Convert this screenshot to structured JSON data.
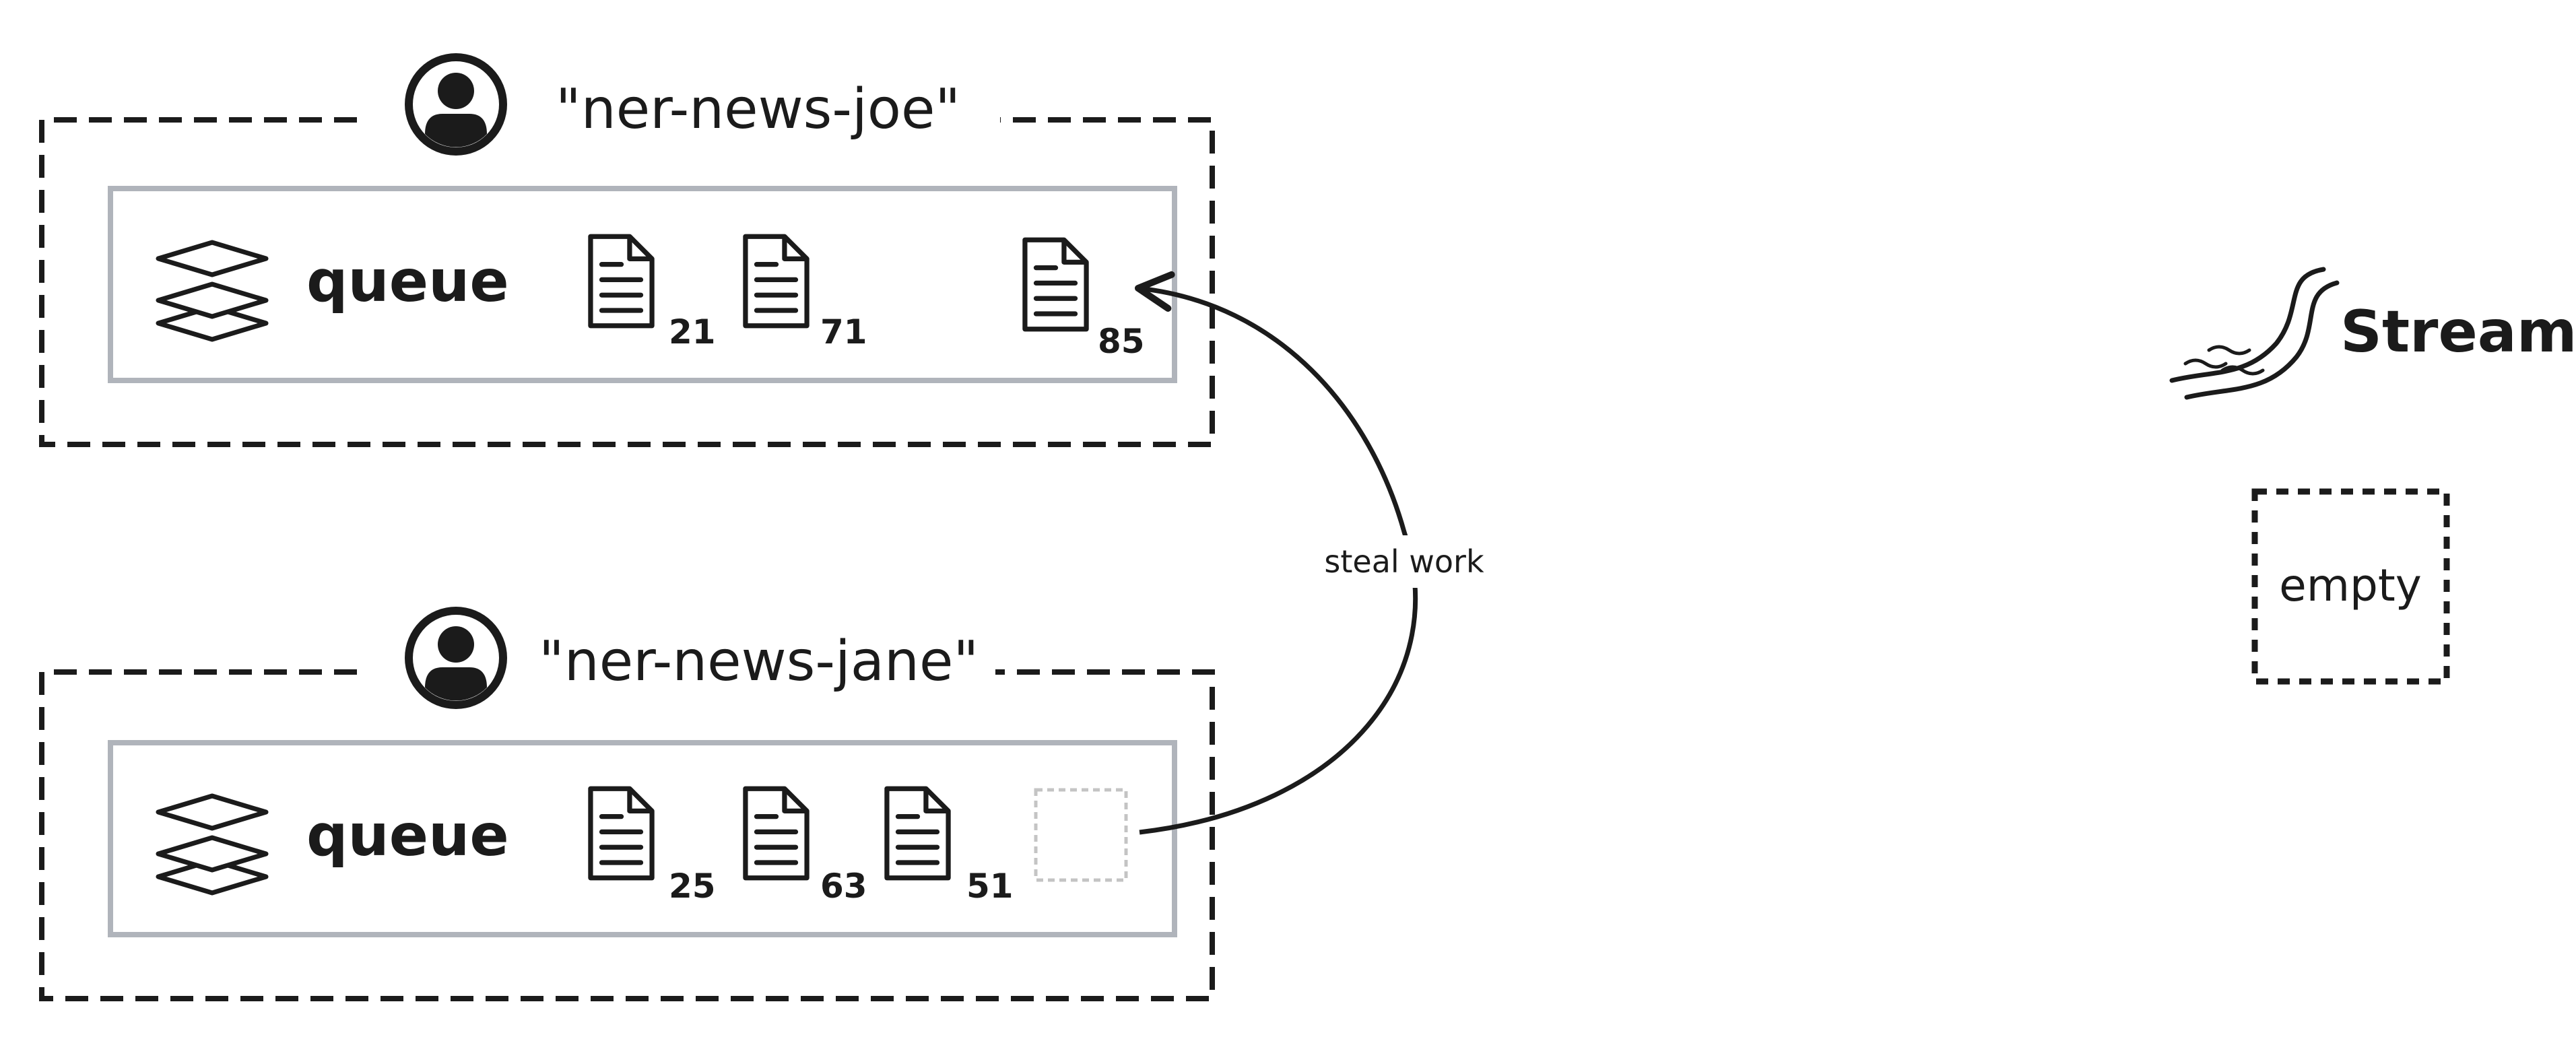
{
  "consumers": [
    {
      "name": "\"ner-news-joe\"",
      "queue_label": "queue",
      "docs": [
        "21",
        "71",
        "85"
      ],
      "icon": "user-avatar-icon"
    },
    {
      "name": "\"ner-news-jane\"",
      "queue_label": "queue",
      "docs": [
        "25",
        "63",
        "51"
      ],
      "icon": "user-avatar-icon"
    }
  ],
  "arrow": {
    "label": "steal work"
  },
  "stream": {
    "label": "Stream",
    "icon": "river-icon",
    "status": "empty"
  },
  "colors": {
    "ink": "#1b1b1b",
    "queue_border": "#b0b4bb",
    "placeholder": "#c4c4c4",
    "background": "#ffffff"
  }
}
